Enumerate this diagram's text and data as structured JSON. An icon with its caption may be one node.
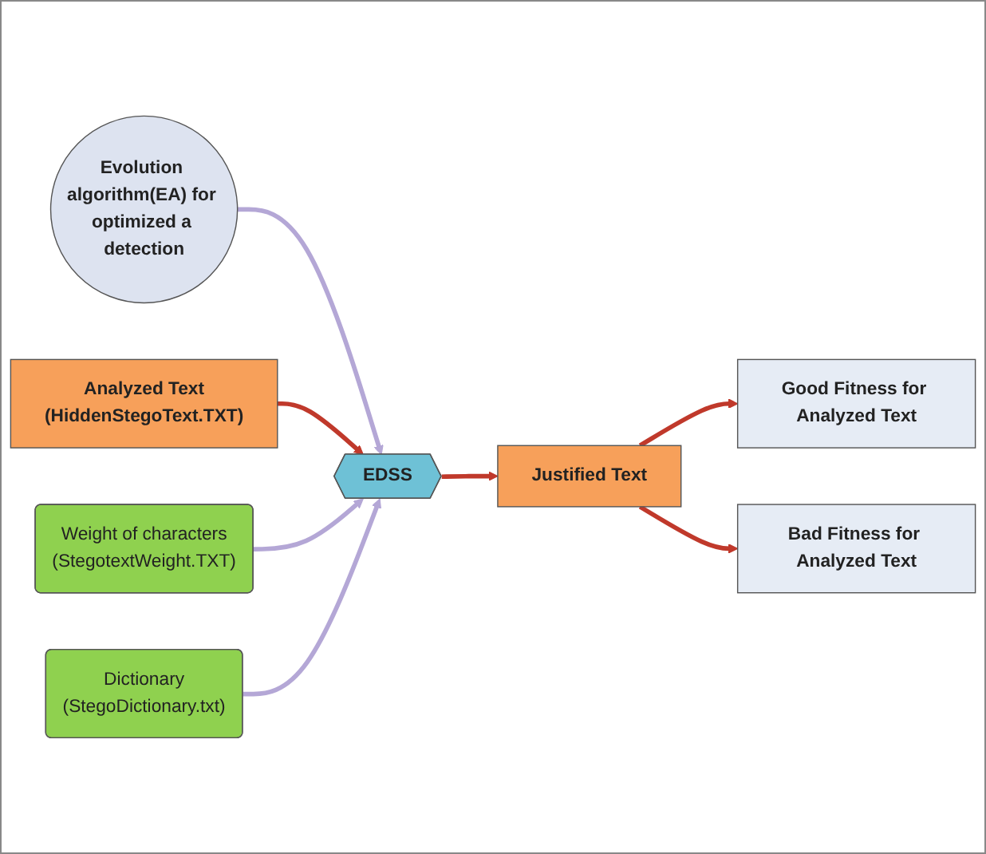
{
  "diagram": {
    "nodes": [
      {
        "text": [
          "Evolution algorithm(EA) for optimized a detection"
        ]
      },
      {
        "text": [
          "Analyzed Text",
          "(HiddenStegoText.TXT)"
        ]
      },
      {
        "text": [
          "EDSS"
        ]
      },
      {
        "text": [
          "Justified Text"
        ]
      },
      {
        "text": [
          "Good Fitness for Analyzed Text"
        ]
      },
      {
        "text": [
          "Bad Fitness for Analyzed Text"
        ]
      },
      {
        "text": [
          "Weight of characters",
          "(StegotextWeight.TXT)"
        ]
      },
      {
        "text": [
          "Dictionary",
          "(StegoDictionary.txt)"
        ]
      }
    ],
    "edges": [
      {
        "from": 0,
        "to": 2,
        "arrow": "to",
        "color": "#b4a7d6"
      },
      {
        "from": 1,
        "to": 2,
        "arrow": "to"
      },
      {
        "from": 6,
        "to": 2,
        "arrow": "to",
        "color": "#b4a7d6"
      },
      {
        "from": 7,
        "to": 2,
        "arrow": "to",
        "color": "#b4a7d6"
      },
      {
        "from": 2,
        "to": 3,
        "arrow": "to"
      },
      {
        "from": 3,
        "to": 4,
        "arrow": "to"
      },
      {
        "from": 3,
        "to": 5,
        "arrow": "to"
      }
    ]
  }
}
